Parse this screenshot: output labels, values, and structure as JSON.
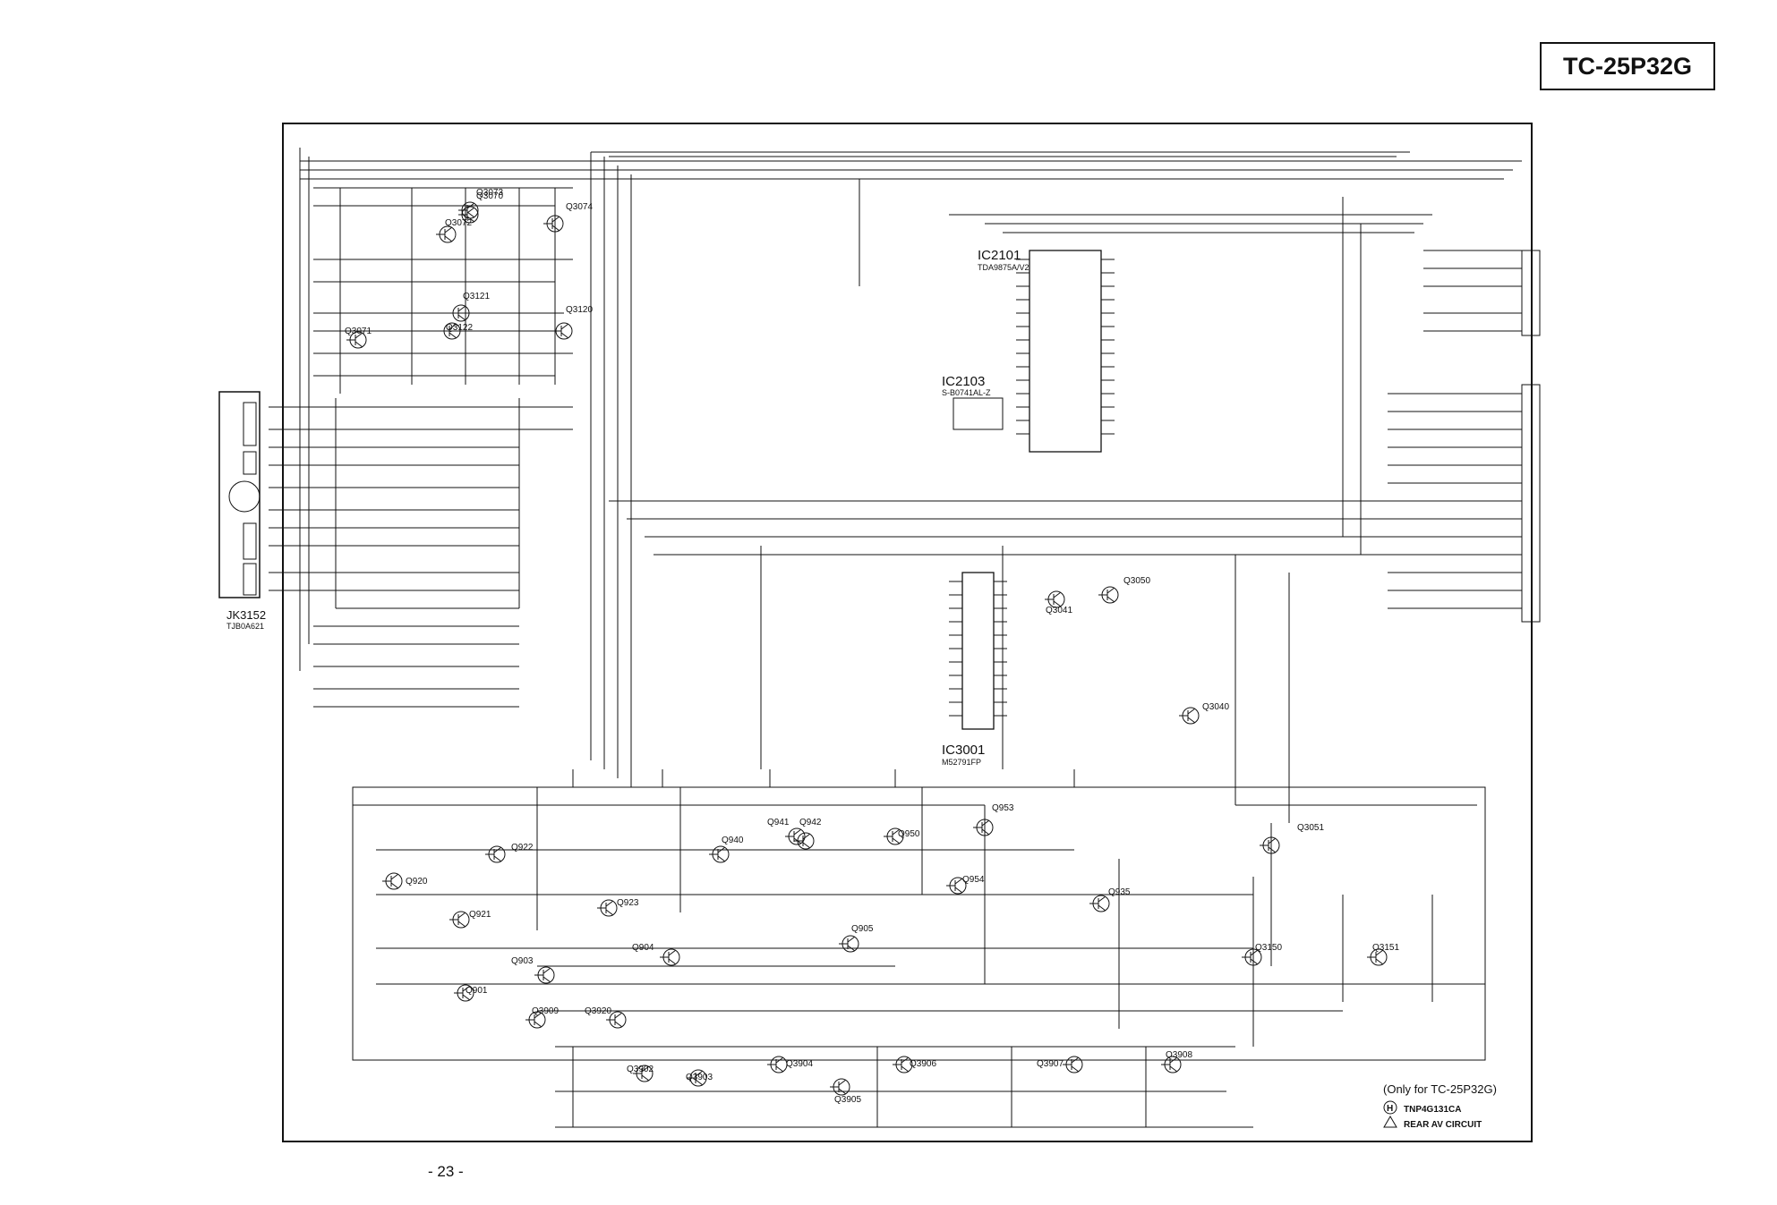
{
  "header": {
    "model": "TC-25P32G"
  },
  "footer": {
    "page": "- 23 -"
  },
  "connector": {
    "ref": "JK3152",
    "part": "TJB0A621"
  },
  "ics": [
    {
      "ref": "IC2101",
      "part": "TDA9875A/V2"
    },
    {
      "ref": "IC2103",
      "part": "S-B0741AL-Z"
    },
    {
      "ref": "IC3001",
      "part": "M52791FP"
    }
  ],
  "transistors": [
    "Q3070",
    "Q3072",
    "Q3073",
    "Q3074",
    "Q3071",
    "Q3122",
    "Q3121",
    "Q3120",
    "Q3041",
    "Q3050",
    "Q3040",
    "Q920",
    "Q921",
    "Q922",
    "Q923",
    "Q940",
    "Q941",
    "Q942",
    "Q950",
    "Q953",
    "Q954",
    "Q935",
    "Q3051",
    "Q3150",
    "Q3151",
    "Q903",
    "Q904",
    "Q905",
    "Q901",
    "Q3909",
    "Q3920",
    "Q3902",
    "Q3903",
    "Q3904",
    "Q3905",
    "Q3906",
    "Q3907",
    "Q3908"
  ],
  "notes": {
    "only_for": "(Only for  TC-25P32G)",
    "board_letter": "H",
    "board_part": "TNP4G131CA",
    "circuit_name": "REAR AV CIRCUIT"
  },
  "colors": {
    "ink": "#111111",
    "paper": "#ffffff"
  }
}
